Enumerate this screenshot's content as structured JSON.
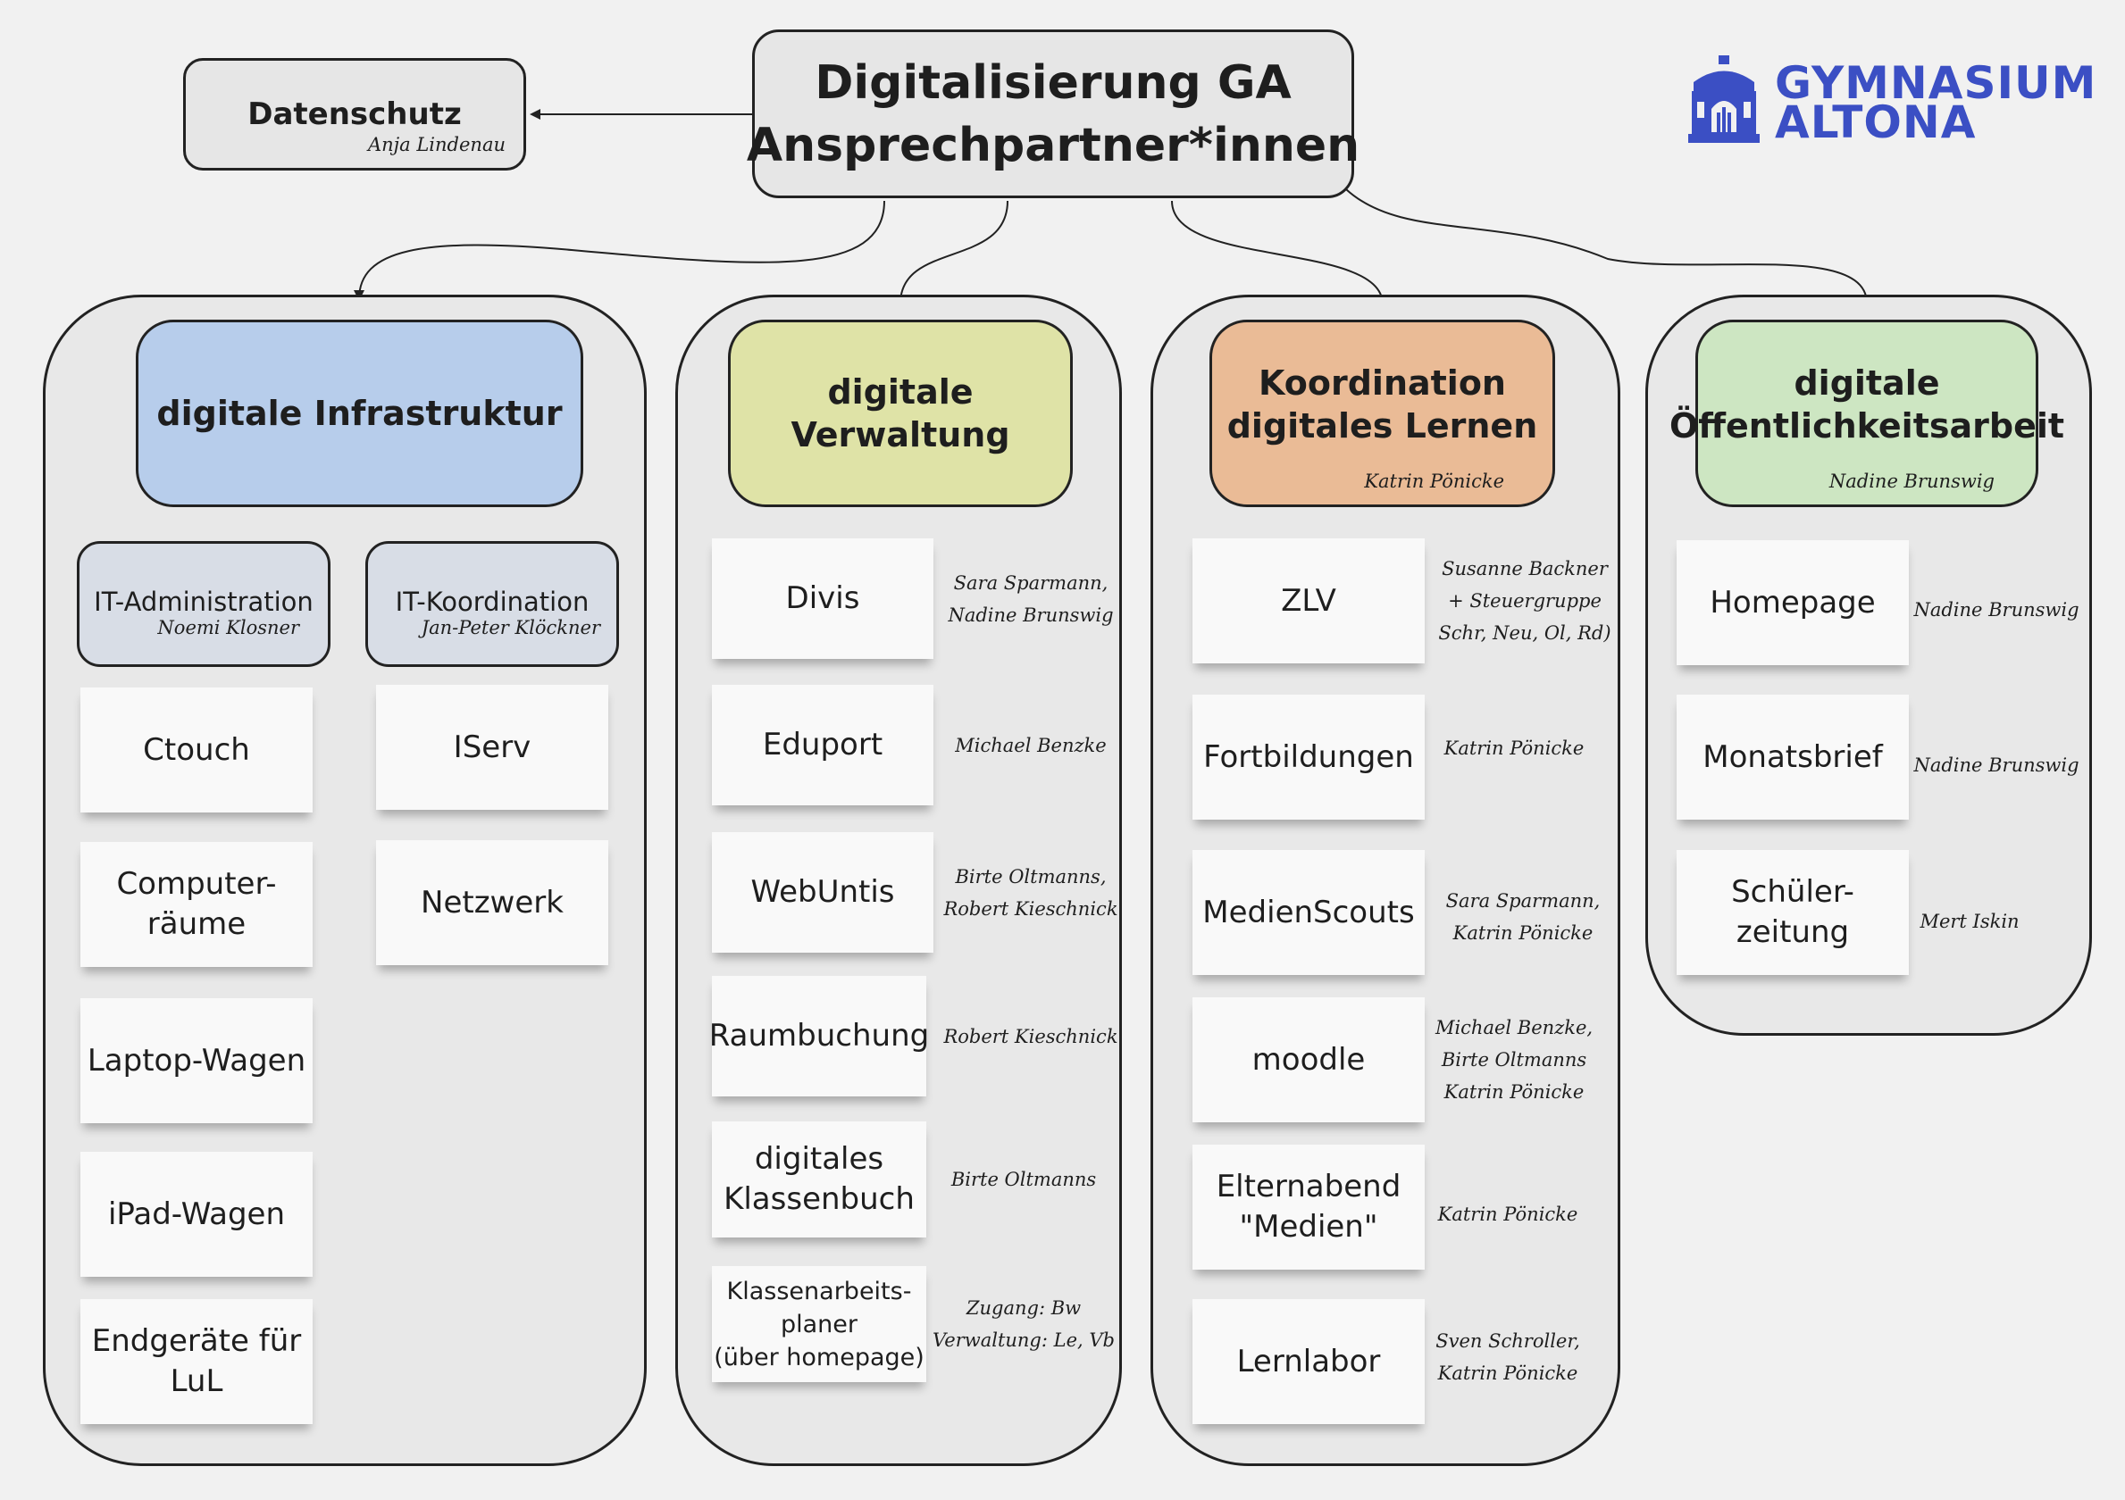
{
  "title": {
    "line1": "Digitalisierung GA",
    "line2": "Ansprechpartner*innen"
  },
  "datenschutz": {
    "label": "Datenschutz",
    "person": "Anja Lindenau"
  },
  "logo": {
    "line1": "GYMNASIUM",
    "line2": "ALTONA",
    "icon": "school-building-icon",
    "color": "#3b4fc4"
  },
  "columns": [
    {
      "header": "digitale Infrastruktur",
      "person": "",
      "color": "#b7cdeb",
      "subgroups": [
        {
          "label": "IT-Administration",
          "person": "Noemi Klosner",
          "items": [
            "Ctouch",
            "Computer-\nräume",
            "Laptop-Wagen",
            "iPad-Wagen",
            "Endgeräte für\nLuL"
          ]
        },
        {
          "label": "IT-Koordination",
          "person": "Jan-Peter Klöckner",
          "items": [
            "IServ",
            "Netzwerk"
          ]
        }
      ]
    },
    {
      "header": "digitale Verwaltung",
      "person": "",
      "color": "#dfe3a7",
      "items": [
        {
          "label": "Divis",
          "person": "Sara Sparmann,\nNadine Brunswig"
        },
        {
          "label": "Eduport",
          "person": "Michael Benzke"
        },
        {
          "label": "WebUntis",
          "person": "Birte Oltmanns,\nRobert Kieschnick"
        },
        {
          "label": "Raumbuchung",
          "person": "Robert Kieschnick"
        },
        {
          "label": "digitales\nKlassenbuch",
          "person": "Birte Oltmanns"
        },
        {
          "label": "Klassenarbeits-\nplaner\n(über homepage)",
          "person": "Zugang: Bw\nVerwaltung: Le, Vb"
        }
      ]
    },
    {
      "header": "Koordination\ndigitales Lernen",
      "person": "Katrin Pönicke",
      "color": "#eabb96",
      "items": [
        {
          "label": "ZLV",
          "person": "Susanne Backner\n+ Steuergruppe\nSchr, Neu, Ol, Rd)"
        },
        {
          "label": "Fortbildungen",
          "person": "Katrin Pönicke"
        },
        {
          "label": "MedienScouts",
          "person": "Sara Sparmann,\nKatrin Pönicke"
        },
        {
          "label": "moodle",
          "person": "Michael Benzke,\nBirte Oltmanns\nKatrin Pönicke"
        },
        {
          "label": "Elternabend\n\"Medien\"",
          "person": "Katrin Pönicke"
        },
        {
          "label": "Lernlabor",
          "person": "Sven Schroller,\nKatrin Pönicke"
        }
      ]
    },
    {
      "header": "digitale\nÖffentlichkeitsarbeit",
      "person": "Nadine Brunswig",
      "color": "#cde6c2",
      "items": [
        {
          "label": "Homepage",
          "person": "Nadine Brunswig"
        },
        {
          "label": "Monatsbrief",
          "person": "Nadine Brunswig"
        },
        {
          "label": "Schüler-\nzeitung",
          "person": "Mert Iskin"
        }
      ]
    }
  ]
}
